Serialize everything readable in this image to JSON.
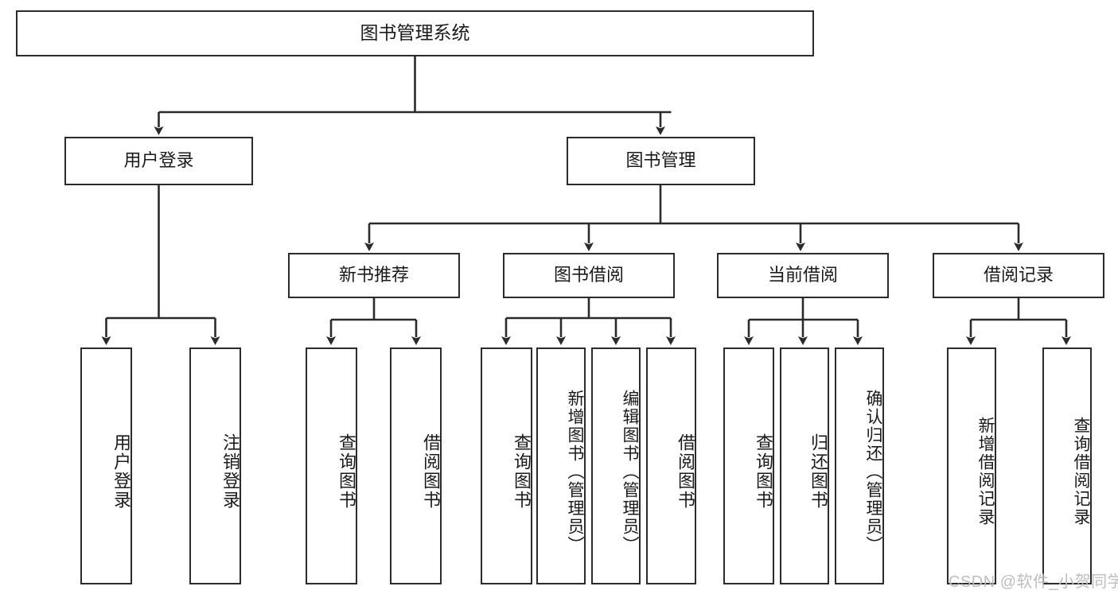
{
  "diagram": {
    "title": "图书管理系统",
    "type": "tree-hierarchy-diagram",
    "colors": {
      "box_border": "#2b2b2b",
      "box_fill": "#ffffff",
      "edge": "#2b2b2b",
      "text": "#1a1a1a",
      "watermark": "#bdbdbd",
      "background": "#ffffff"
    },
    "nodes": {
      "root": "图书管理系统",
      "level1": [
        "用户登录",
        "图书管理"
      ],
      "level2": [
        "新书推荐",
        "图书借阅",
        "当前借阅",
        "借阅记录"
      ],
      "leaves": {
        "user_login": [
          "用户登录",
          "注销登录"
        ],
        "new_book_recommend": [
          "查询图书",
          "借阅图书"
        ],
        "book_borrow": [
          "查询图书",
          "新增图书（管理员）",
          "编辑图书（管理员）",
          "借阅图书"
        ],
        "current_borrow": [
          "查询图书",
          "归还图书",
          "确认归还（管理员）"
        ],
        "borrow_record": [
          "新增借阅记录",
          "查询借阅记录"
        ]
      }
    },
    "watermark": "CSDN @软件_小贺同学"
  }
}
